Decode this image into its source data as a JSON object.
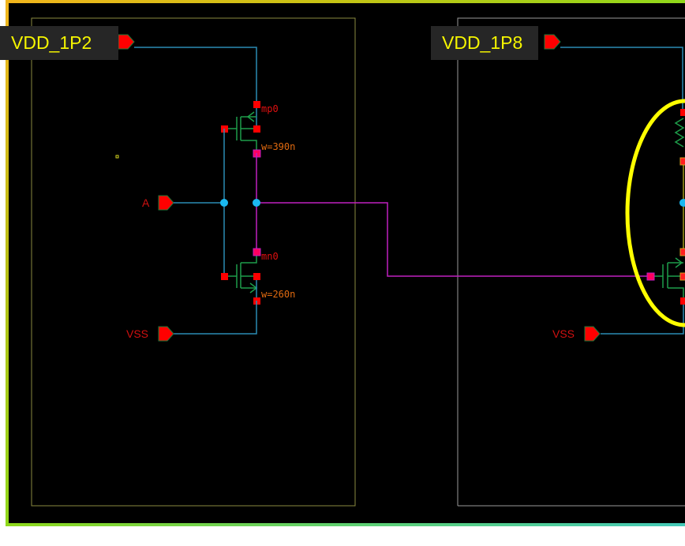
{
  "app": "Schematic editor (Virtuoso-style canvas)",
  "callouts": {
    "left_supply": "VDD_1P2",
    "right_supply": "VDD_1P8"
  },
  "left_cell": {
    "input_pin": "A",
    "ground_pin": "VSS",
    "pmos": {
      "name": "mp0",
      "width": "w=390n"
    },
    "nmos": {
      "name": "mn0",
      "width": "w=260n"
    }
  },
  "right_cell": {
    "ground_pin": "VSS"
  },
  "colors": {
    "background": "#000000",
    "wire": "#2a8cb4",
    "net_highlight": "#c020c0",
    "pin": "#ff0000",
    "device": "#1e9e4a",
    "instance_label": "#e01010",
    "param_label": "#e06a10",
    "highlight_ellipse": "#ffff00",
    "callout_text": "#f5f500",
    "callout_bg": "#262626"
  }
}
